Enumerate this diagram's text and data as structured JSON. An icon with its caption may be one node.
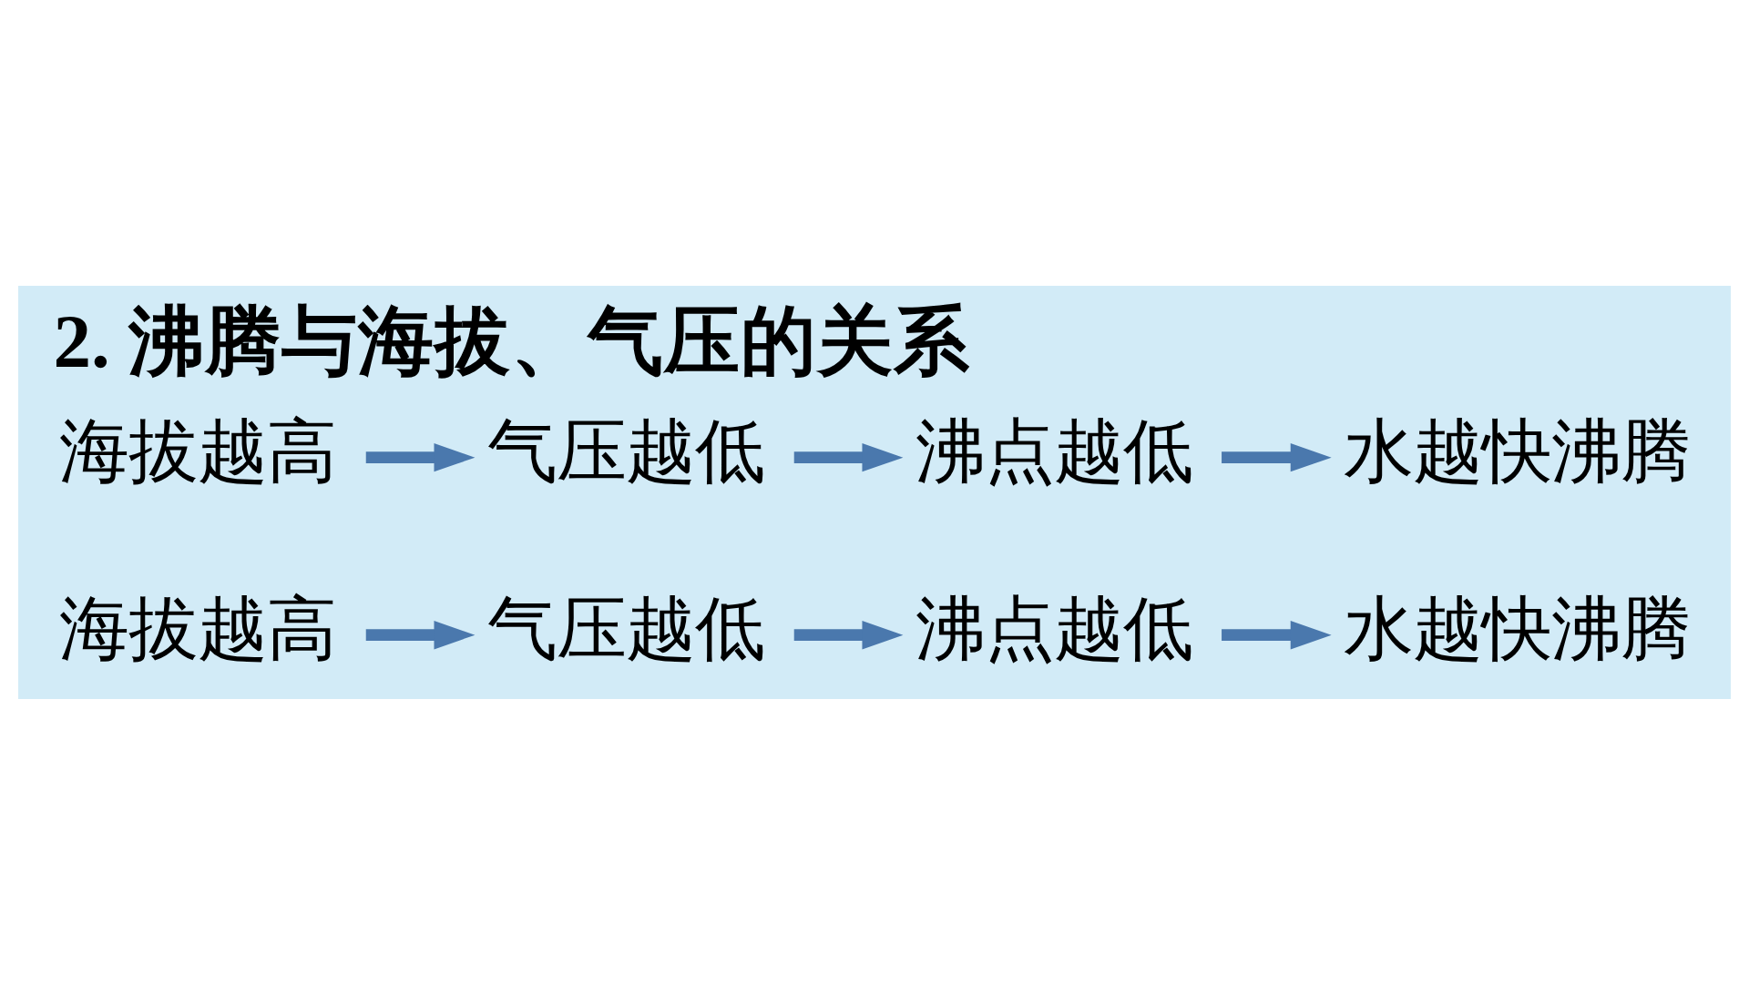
{
  "diagram": {
    "title": "2. 沸腾与海拔、气压的关系",
    "nodes": [
      {
        "text": [
          "海拔越高"
        ]
      },
      {
        "text": [
          "气压越低"
        ]
      },
      {
        "text": [
          "沸点越低"
        ]
      },
      {
        "text": [
          "水越快沸腾"
        ]
      },
      {
        "text": [
          "海拔越高"
        ]
      },
      {
        "text": [
          "气压越低"
        ]
      },
      {
        "text": [
          "沸点越低"
        ]
      },
      {
        "text": [
          "水越快沸腾"
        ]
      }
    ],
    "edges": [
      {
        "from": 0,
        "to": 1,
        "arrow": "to"
      },
      {
        "from": 1,
        "to": 2,
        "arrow": "to"
      },
      {
        "from": 2,
        "to": 3,
        "arrow": "to"
      },
      {
        "from": 4,
        "to": 5,
        "arrow": "to"
      },
      {
        "from": 5,
        "to": 6,
        "arrow": "to"
      },
      {
        "from": 6,
        "to": 7,
        "arrow": "to"
      }
    ]
  }
}
